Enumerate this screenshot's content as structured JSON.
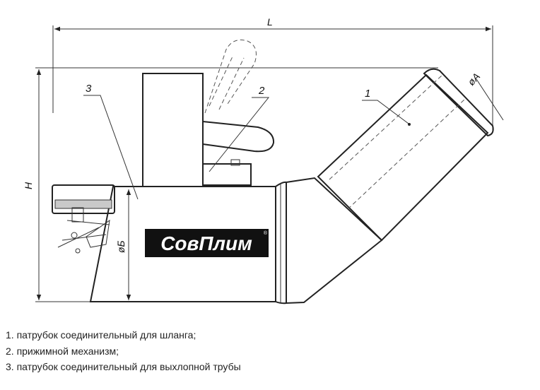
{
  "dimensions": {
    "length": "L",
    "height": "H",
    "diameter_a": "øA",
    "diameter_b": "øБ"
  },
  "callouts": [
    "1",
    "2",
    "3"
  ],
  "logo": {
    "text": "СовПлим",
    "mark": "®"
  },
  "legend": [
    "1. патрубок соединительный для шланга;",
    "2. прижимной механизм;",
    "3. патрубок соединительный для выхлопной трубы"
  ]
}
